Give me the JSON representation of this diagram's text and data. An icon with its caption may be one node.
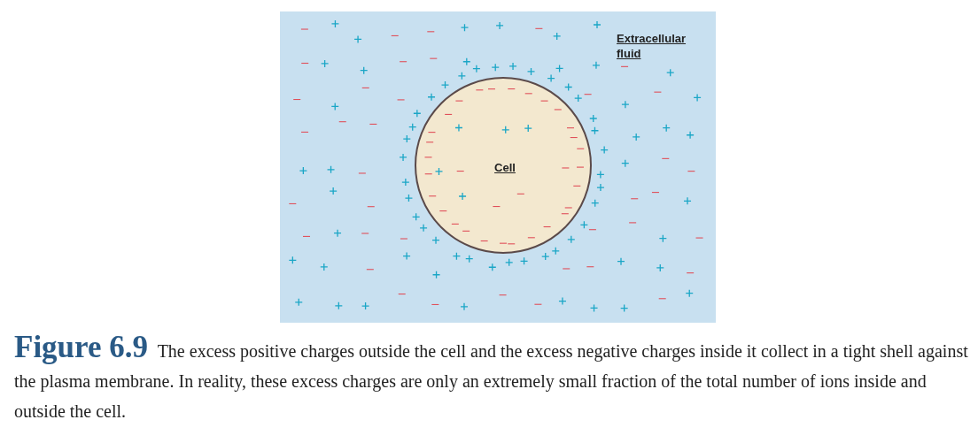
{
  "diagram": {
    "caption": "**Figure 6.9** The excess positive charges outside the cell and the excess negative charges inside it collect in a tight shell against the plasma membrane. In reality, these excess charges are only an extremely small fraction of the total number of ions inside and outside the cell.",
    "nodes": [
      {
        "text": [
          "Extracellular fluid"
        ]
      },
      {
        "text": [
          "Cell"
        ],
        "in": 0
      }
    ]
  }
}
